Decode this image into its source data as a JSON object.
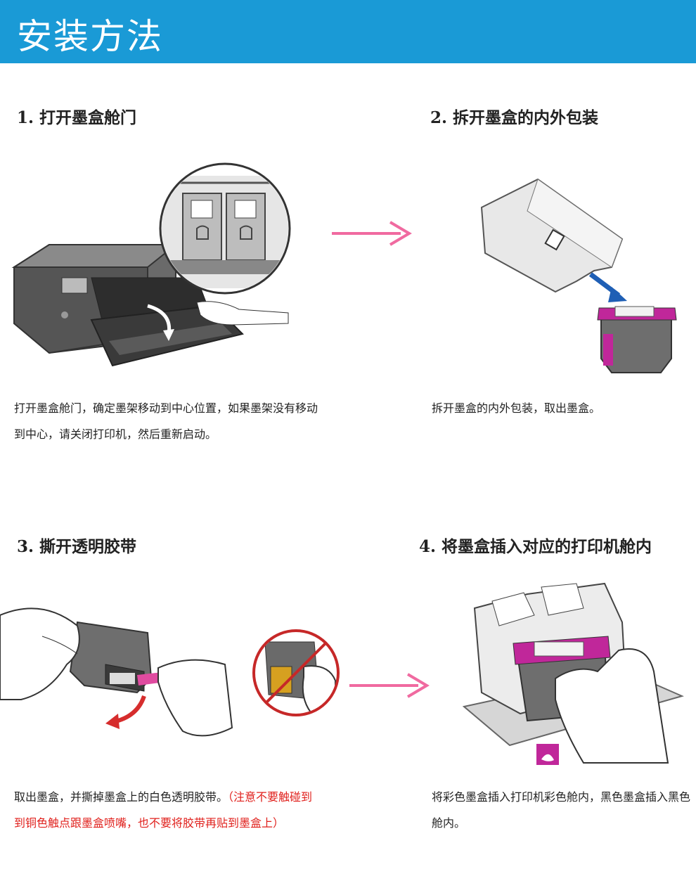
{
  "header": {
    "title": "安装方法",
    "bg_color": "#1a9ad6"
  },
  "steps": [
    {
      "title": "1. 打开墨盒舱门",
      "desc": "打开墨盒舱门，确定墨架移动到中心位置，如果墨架没有移动到中心，请关闭打印机，然后重新启动。"
    },
    {
      "title": "2. 拆开墨盒的内外包装",
      "desc": "拆开墨盒的内外包装，取出墨盒。"
    },
    {
      "title": "3. 撕开透明胶带",
      "desc": "取出墨盒，并撕掉墨盒上的白色透明胶带。",
      "warning": "（注意不要触碰到到铜色触点跟墨盒喷嘴，也不要将胶带再贴到墨盒上）"
    },
    {
      "title": "4. 将墨盒插入对应的打印机舱内",
      "desc": "将彩色墨盒插入打印机彩色舱内，黑色墨盒插入黑色舱内。"
    }
  ],
  "icons": [
    "printer-illustration",
    "cartridge-package-illustration",
    "tape-removal-illustration",
    "cartridge-insert-illustration"
  ],
  "colors": {
    "arrow": "#f06aa0",
    "accent_magenta": "#c0279a",
    "warning_red": "#e0201c"
  }
}
